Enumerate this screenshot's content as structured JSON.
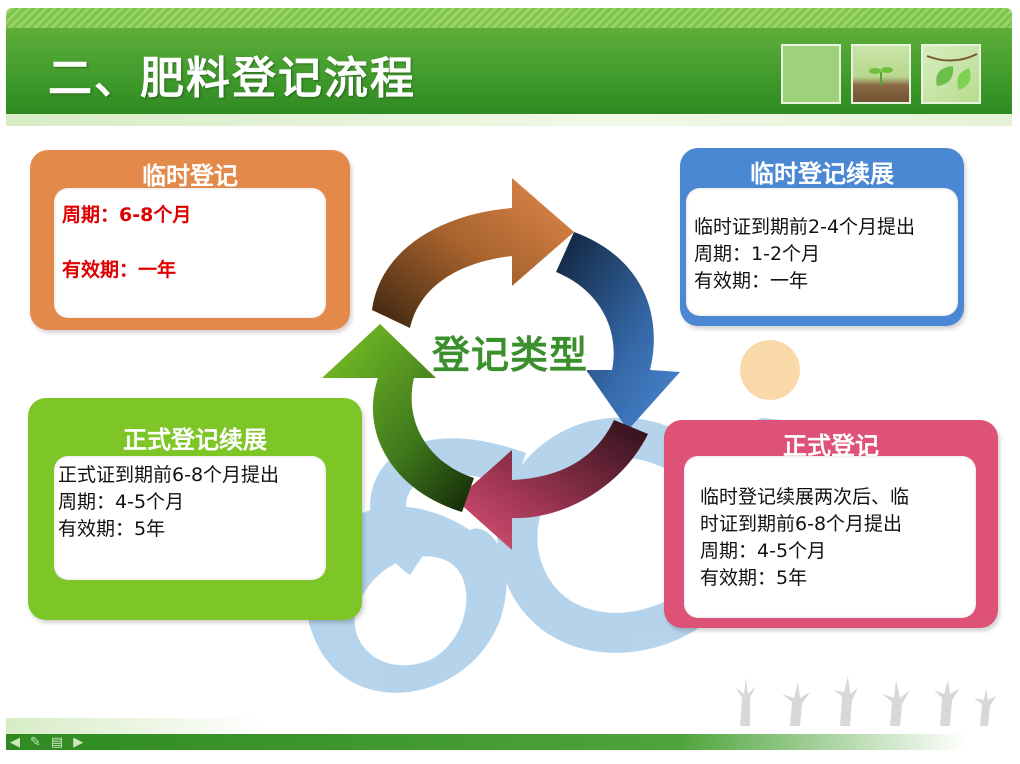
{
  "title": "二、肥料登记流程",
  "center_label": "登记类型",
  "boxes": {
    "temp": {
      "title": "临时登记",
      "lines": [
        "周期：6-8个月",
        "有效期：一年"
      ]
    },
    "temp_renewal": {
      "title": "临时登记续展",
      "lines": [
        "临时证到期前2-4个月提出",
        "周期：1-2个月",
        "有效期：一年"
      ]
    },
    "formal_renewal": {
      "title": "正式登记续展",
      "lines": [
        "正式证到期前6-8个月提出",
        "周期：4-5个月",
        "有效期：5年"
      ]
    },
    "formal": {
      "title": "正式登记",
      "lines": [
        "临时登记续展两次后、临",
        "时证到期前6-8个月提出",
        "周期：4-5个月",
        "有效期：5年"
      ]
    }
  },
  "colors": {
    "header_green": "#3f9a2b",
    "orange": "#e38a4b",
    "blue": "#4b88d3",
    "green": "#7ec628",
    "red": "#df5278",
    "watermark_blue": "#a9cce8",
    "watermark_orange": "#f8d29c",
    "highlight_red": "#e00000"
  },
  "icons": [
    "nav-prev-icon",
    "nav-pen-icon",
    "nav-menu-icon",
    "nav-next-icon",
    "plant-silhouette-icon"
  ]
}
